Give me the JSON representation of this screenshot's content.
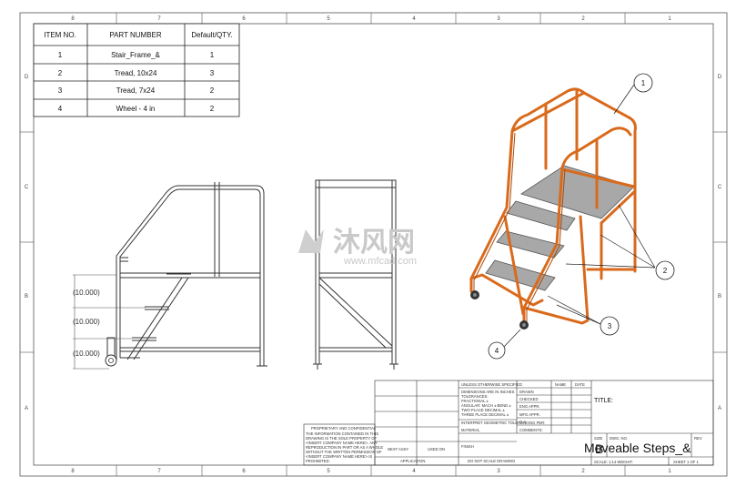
{
  "zones": {
    "top": [
      "8",
      "7",
      "6",
      "5",
      "4",
      "3",
      "2",
      "1"
    ],
    "bottom": [
      "8",
      "7",
      "6",
      "5",
      "4",
      "3",
      "2",
      "1"
    ],
    "left": [
      "D",
      "C",
      "B",
      "A"
    ],
    "right": [
      "D",
      "C",
      "B",
      "A"
    ]
  },
  "bom": {
    "headers": [
      "ITEM NO.",
      "PART NUMBER",
      "Default/QTY."
    ],
    "rows": [
      {
        "item": "1",
        "part": "Stair_Frame_&",
        "qty": "1"
      },
      {
        "item": "2",
        "part": "Tread, 10x24",
        "qty": "3"
      },
      {
        "item": "3",
        "part": "Tread, 7x24",
        "qty": "2"
      },
      {
        "item": "4",
        "part": "Wheel - 4 in",
        "qty": "2"
      }
    ]
  },
  "dimensions": [
    "(10.000)",
    "(10.000)",
    "(10.000)"
  ],
  "watermark": {
    "main": "沐风网",
    "sub": "www.mfcad.com"
  },
  "callouts": [
    "1",
    "2",
    "3",
    "4"
  ],
  "title_block": {
    "unless_specified": "UNLESS OTHERWISE SPECIFIED:",
    "name_label": "NAME",
    "date_label": "DATE",
    "tolerance_lines": [
      "DIMENSIONS ARE IN INCHES",
      "TOLERANCES:",
      "FRACTIONAL ±",
      "ANGULAR: MACH ±   BEND ±",
      "TWO PLACE DECIMAL   ±",
      "THREE PLACE DECIMAL   ±"
    ],
    "interpret": "INTERPRET GEOMETRIC TOLERANCING PER:",
    "material": "MATERIAL",
    "finish": "FINISH",
    "do_not_scale": "DO NOT SCALE DRAWING",
    "next_assy": "NEXT ASSY",
    "used_on": "USED ON",
    "application": "APPLICATION",
    "drawn": "DRAWN",
    "checked": "CHECKED",
    "eng_appr": "ENG APPR.",
    "mfg_appr": "MFG APPR.",
    "qa": "Q.A.",
    "comments": "COMMENTS:",
    "title_label": "TITLE:",
    "size_label": "SIZE",
    "size_value": "B",
    "dwg_no_label": "DWG. NO.",
    "dwg_no_value": "Moveable Steps_&",
    "rev_label": "REV",
    "scale_text": "SCALE: 1:14 WEIGHT:",
    "sheet_text": "SHEET 1 OF 1",
    "proprietary_title": "PROPRIETARY AND CONFIDENTIAL",
    "proprietary_lines": [
      "THE INFORMATION CONTAINED IN THIS",
      "DRAWING IS THE SOLE PROPERTY OF",
      "<INSERT COMPANY NAME HERE>. ANY",
      "REPRODUCTION IN PART OR AS A WHOLE",
      "WITHOUT THE WRITTEN PERMISSION OF",
      "<INSERT COMPANY NAME HERE> IS",
      "PROHIBITED."
    ]
  },
  "colors": {
    "frame": "#d96a1c",
    "frame_dark": "#a84b0c",
    "tread": "#9a9a9a",
    "line": "#333333"
  }
}
